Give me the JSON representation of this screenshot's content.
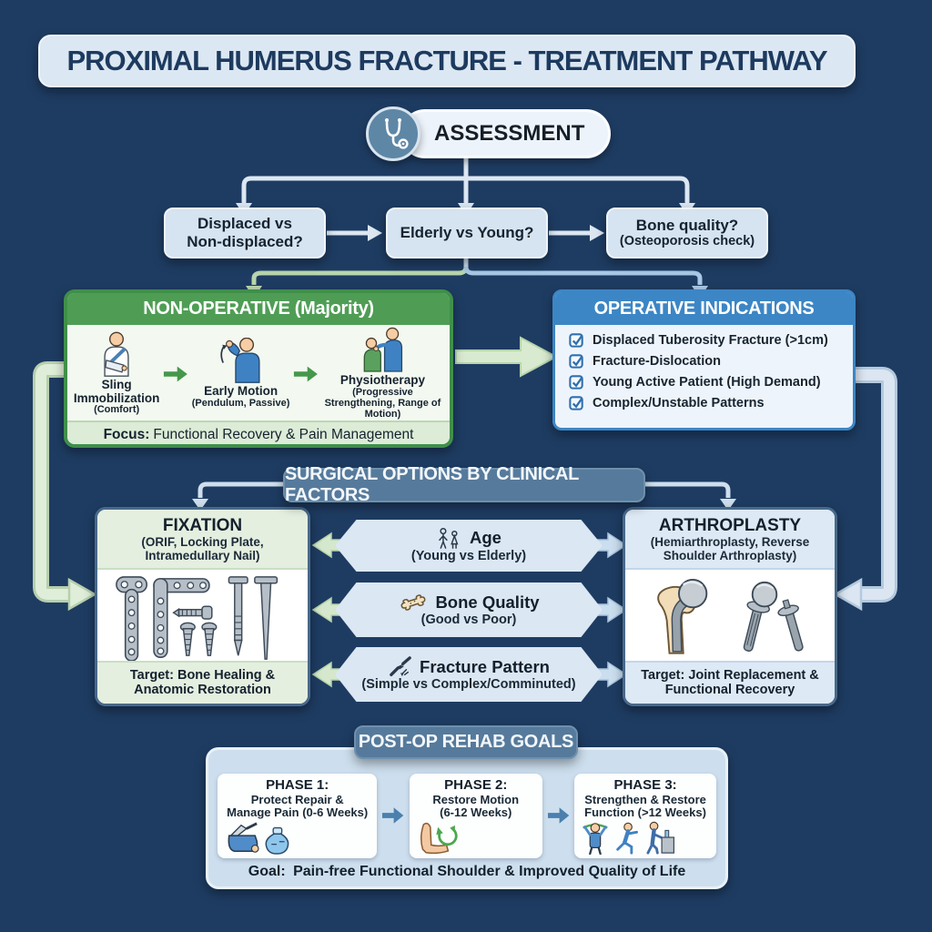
{
  "title": "PROXIMAL HUMERUS FRACTURE - TREATMENT PATHWAY",
  "assessment": {
    "label": "ASSESSMENT",
    "icon": "stethoscope-icon"
  },
  "decisions": [
    {
      "line1": "Displaced vs",
      "line2": "Non-displaced?"
    },
    {
      "line1": "Elderly vs Young?",
      "line2": ""
    },
    {
      "line1": "Bone quality?",
      "line2": "(Osteoporosis check)"
    }
  ],
  "non_operative": {
    "title": "NON-OPERATIVE (Majority)",
    "steps": [
      {
        "name": "Sling Immobilization",
        "detail": "(Comfort)",
        "icon": "arm-sling-icon"
      },
      {
        "name": "Early Motion",
        "detail": "(Pendulum, Passive)",
        "icon": "arm-flex-icon"
      },
      {
        "name": "Physiotherapy",
        "detail": "(Progressive Strengthening, Range of Motion)",
        "icon": "physiotherapist-icon"
      }
    ],
    "focus_label": "Focus:",
    "focus_text": "Functional Recovery & Pain Management"
  },
  "operative": {
    "title": "OPERATIVE INDICATIONS",
    "checkbox_icon": "checkbox-checked-icon",
    "items": [
      "Displaced Tuberosity Fracture (>1cm)",
      "Fracture-Dislocation",
      "Young Active Patient (High Demand)",
      "Complex/Unstable Patterns"
    ]
  },
  "surgical_header": "SURGICAL OPTIONS BY CLINICAL FACTORS",
  "fixation": {
    "title": "FIXATION",
    "subtitle": "(ORIF, Locking Plate, Intramedullary Nail)",
    "icon": "plates-screws-nails-icon",
    "target_label": "Target:",
    "target_text": "Bone Healing & Anatomic Restoration"
  },
  "factors": [
    {
      "title": "Age",
      "subtitle": "(Young vs Elderly)",
      "icon": "age-people-icon"
    },
    {
      "title": "Bone Quality",
      "subtitle": "(Good vs Poor)",
      "icon": "bone-icon"
    },
    {
      "title": "Fracture Pattern",
      "subtitle": "(Simple vs Complex/Comminuted)",
      "icon": "fracture-pattern-icon"
    }
  ],
  "arthroplasty": {
    "title": "ARTHROPLASTY",
    "subtitle": "(Hemiarthroplasty, Reverse Shoulder Arthroplasty)",
    "icon": "shoulder-implant-icon",
    "target_label": "Target:",
    "target_text": "Joint Replacement & Functional Recovery"
  },
  "rehab": {
    "title": "POST-OP REHAB GOALS",
    "phases": [
      {
        "heading": "PHASE 1:",
        "line1": "Protect Repair &",
        "line2": "Manage Pain (0-6 Weeks)",
        "icon": "sling-ice-pack-icon"
      },
      {
        "heading": "PHASE 2:",
        "line1": "Restore Motion",
        "line2": "(6-12 Weeks)",
        "icon": "arm-rotation-icon"
      },
      {
        "heading": "PHASE 3:",
        "line1": "Strengthen & Restore",
        "line2": "Function (>12 Weeks)",
        "icon": "exercise-figures-icon"
      }
    ],
    "goal_label": "Goal:",
    "goal_text": "Pain-free Functional Shoulder & Improved Quality of Life"
  },
  "colors": {
    "background": "#1e3c62",
    "panel_light_blue": "#d6e3f1",
    "green_header": "#4f9d55",
    "blue_header": "#3c86c5",
    "slate_header": "#567a9b",
    "pale_green_band": "#e4efe0",
    "pale_blue_band": "#dde9f5",
    "arrow_pale_green": "#d8eacf",
    "arrow_pale_blue": "#dbe6f2",
    "checkbox_blue": "#2f6fae",
    "title_navy": "#1d3a5f",
    "text_dark": "#15222f"
  }
}
